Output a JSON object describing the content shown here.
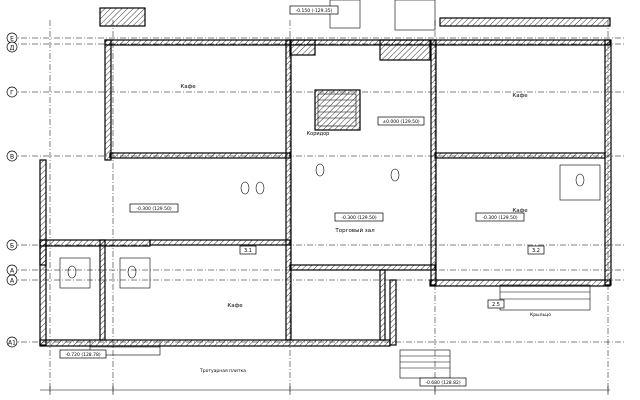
{
  "axes": {
    "rows": [
      "Е",
      "Д",
      "Г",
      "В",
      "Б",
      "А",
      "А",
      "А1"
    ],
    "columns": []
  },
  "rooms": [
    {
      "key": "cafe_top_left",
      "label": "Кафе"
    },
    {
      "key": "cafe_top_right",
      "label": "Кафе"
    },
    {
      "key": "cafe_mid_right",
      "label": "Кафе"
    },
    {
      "key": "cafe_bottom_left",
      "label": "Кафе"
    },
    {
      "key": "trade_hall",
      "label": "Торговый зал"
    },
    {
      "key": "corridor",
      "label": "Коридор"
    }
  ],
  "elevations": [
    {
      "key": "e_top",
      "value": "-0.150 (-129.35)"
    },
    {
      "key": "e_mid",
      "value": "±0.000 (129.50)"
    },
    {
      "key": "e_left",
      "value": "-0.300 (129.50)"
    },
    {
      "key": "e_center",
      "value": "-0.300 (129.50)"
    },
    {
      "key": "e_right",
      "value": "-0.300 (129.50)"
    },
    {
      "key": "e_bottom_left",
      "value": "-0.720 (128.78)"
    },
    {
      "key": "e_bottom_right",
      "value": "-0.680 (128.82)"
    }
  ],
  "markers": [
    {
      "key": "m1",
      "value": "3.1"
    },
    {
      "key": "m2",
      "value": "3.2"
    },
    {
      "key": "m3",
      "value": "2.5"
    }
  ],
  "notes": [
    {
      "key": "n_bottom_1",
      "value": "Тротуарная плитка"
    },
    {
      "key": "n_bottom_right",
      "value": "Крыльцо"
    }
  ]
}
